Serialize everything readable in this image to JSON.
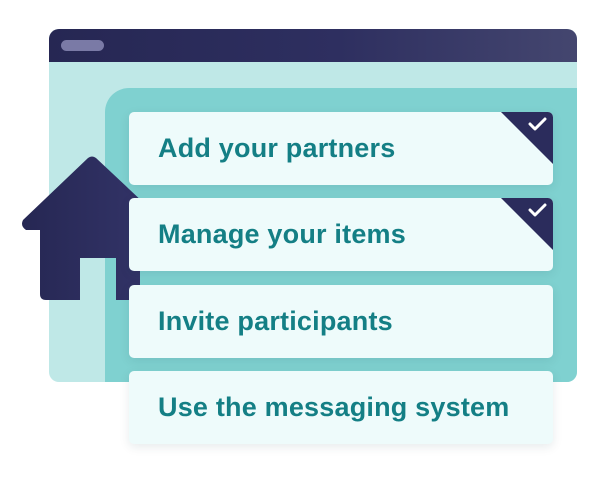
{
  "window": {
    "icon": "house-icon"
  },
  "tasks": [
    {
      "label": "Add your partners",
      "completed": true
    },
    {
      "label": "Manage your items",
      "completed": true
    },
    {
      "label": "Invite participants",
      "completed": false
    },
    {
      "label": "Use the messaging system",
      "completed": false
    }
  ],
  "colors": {
    "titlebar": "#2b2c5c",
    "window_bg": "#bfe8e7",
    "panel_bg": "#7fd1d0",
    "card_bg": "#eefbfb",
    "label_text": "#147f85",
    "check_corner": "#2b2c5c"
  }
}
